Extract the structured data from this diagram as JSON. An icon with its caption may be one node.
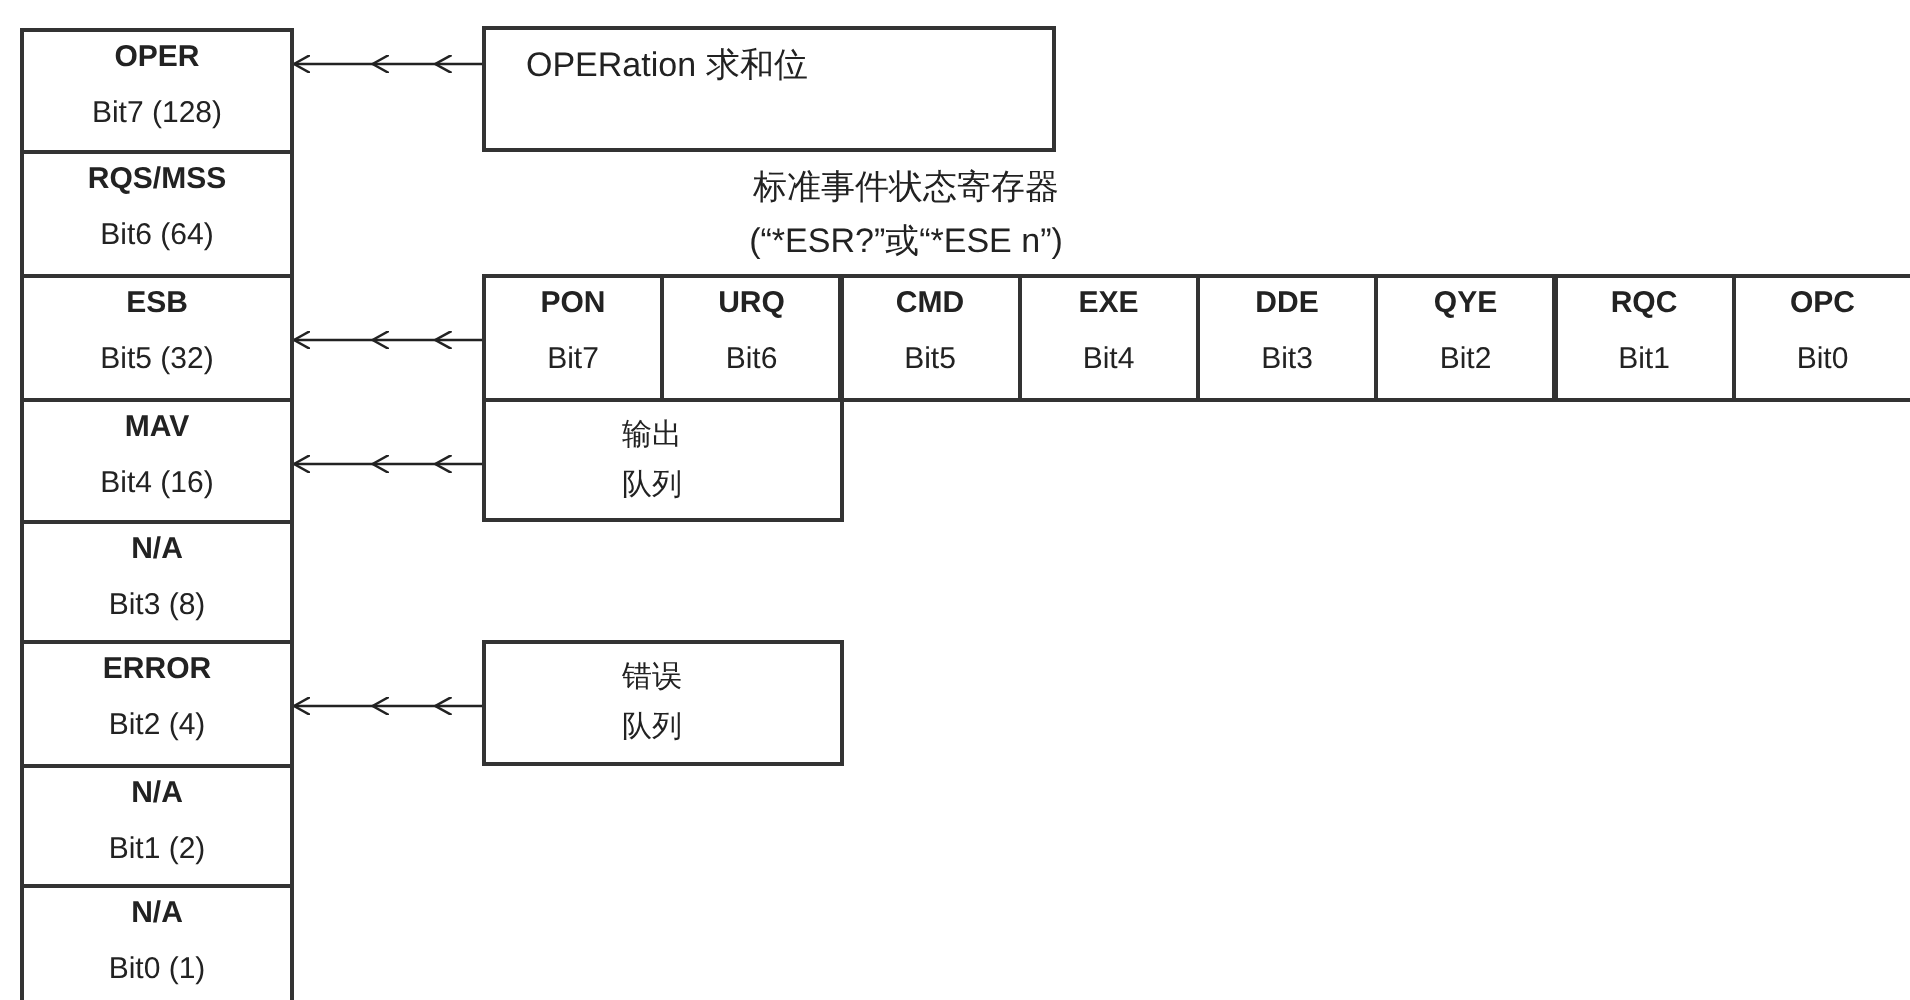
{
  "diagram": {
    "nodes": [
      {
        "text": [
          "OPER",
          "Bit7 (128)"
        ]
      },
      {
        "text": [
          "RQS/MSS",
          "Bit6 (64)"
        ]
      },
      {
        "text": [
          "ESB",
          "Bit5 (32)"
        ]
      },
      {
        "text": [
          "MAV",
          "Bit4 (16)"
        ]
      },
      {
        "text": [
          "N/A",
          "Bit3 (8)"
        ]
      },
      {
        "text": [
          "ERROR",
          "Bit2 (4)"
        ]
      },
      {
        "text": [
          "N/A",
          "Bit1 (2)"
        ]
      },
      {
        "text": [
          "N/A",
          "Bit0 (1)"
        ]
      },
      {
        "text": [
          "OPERation 求和位"
        ]
      },
      {
        "text": [
          "标准事件状态寄存器",
          "(“*ESR?”或“*ESE n”)"
        ]
      },
      {
        "text": [
          "PON",
          "Bit7"
        ],
        "in": 9
      },
      {
        "text": [
          "URQ",
          "Bit6"
        ],
        "in": 9
      },
      {
        "text": [
          "CMD",
          "Bit5"
        ],
        "in": 9
      },
      {
        "text": [
          "EXE",
          "Bit4"
        ],
        "in": 9
      },
      {
        "text": [
          "DDE",
          "Bit3"
        ],
        "in": 9
      },
      {
        "text": [
          "QYE",
          "Bit2"
        ],
        "in": 9
      },
      {
        "text": [
          "RQC",
          "Bit1"
        ],
        "in": 9
      },
      {
        "text": [
          "OPC",
          "Bit0"
        ],
        "in": 9
      },
      {
        "text": [
          "输出队列"
        ]
      },
      {
        "text": [
          "错误队列"
        ]
      }
    ],
    "edges": [
      {
        "from": 8,
        "to": 0,
        "arrow": "to"
      },
      {
        "from": 9,
        "to": 2,
        "arrow": "to"
      },
      {
        "from": 18,
        "to": 3,
        "arrow": "to"
      },
      {
        "from": 19,
        "to": 5,
        "arrow": "to"
      }
    ]
  }
}
